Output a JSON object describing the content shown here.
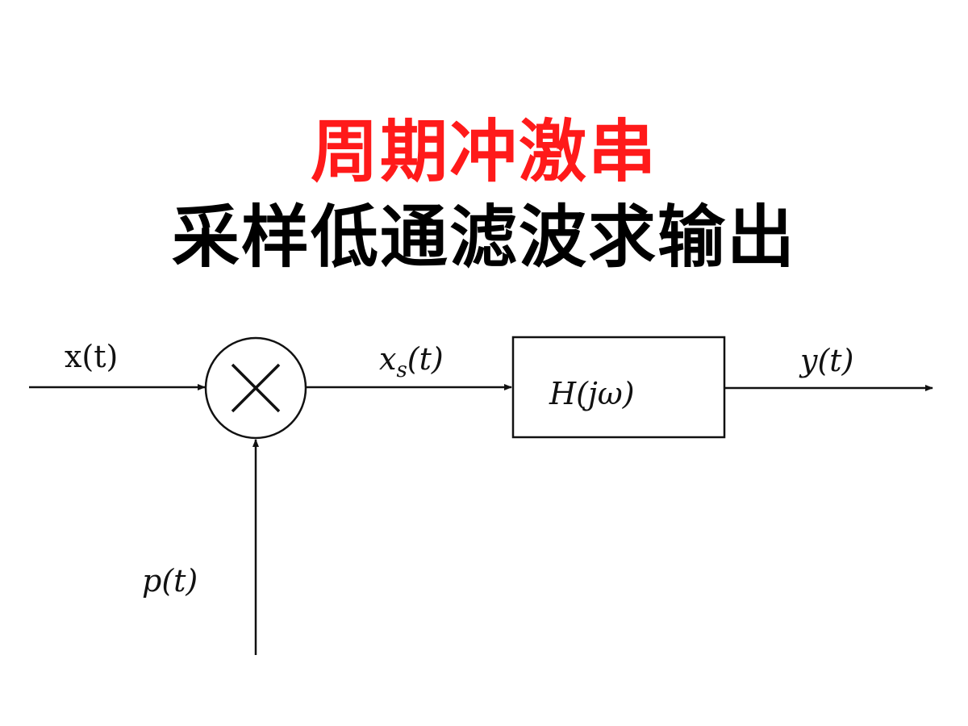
{
  "title": {
    "line1": "周期冲激串",
    "line2": "采样低通滤波求输出",
    "line1_color": "#ff1a1a",
    "line2_color": "#000000"
  },
  "diagram": {
    "input_label": "x(t)",
    "sampled_var": "x",
    "sampled_sub": "s",
    "sampled_arg": "(t)",
    "filter_label": "H(jω)",
    "output_label": "y(t)",
    "impulse_label": "p(t)",
    "multiplier_symbol": "multiply-icon"
  }
}
